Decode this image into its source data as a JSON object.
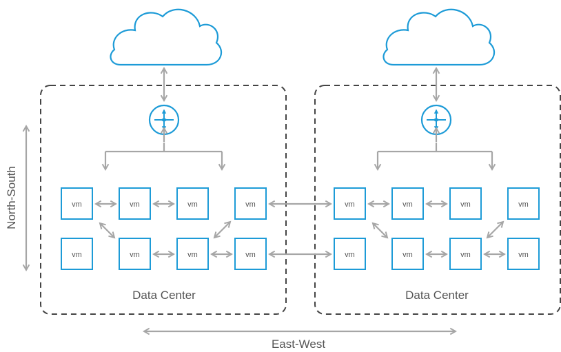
{
  "data_centers": [
    {
      "label": "Data Center",
      "vms": [
        "vm",
        "vm",
        "vm",
        "vm",
        "vm",
        "vm",
        "vm",
        "vm"
      ]
    },
    {
      "label": "Data Center",
      "vms": [
        "vm",
        "vm",
        "vm",
        "vm",
        "vm",
        "vm",
        "vm",
        "vm"
      ]
    }
  ],
  "axes": {
    "vertical": "North-South",
    "horizontal": "East-West"
  },
  "colors": {
    "accent": "#1d9bd7",
    "connector": "#a6a6a6",
    "border": "#444444",
    "text": "#555555"
  },
  "icons": {
    "cloud": "cloud-icon",
    "router": "router-icon"
  }
}
